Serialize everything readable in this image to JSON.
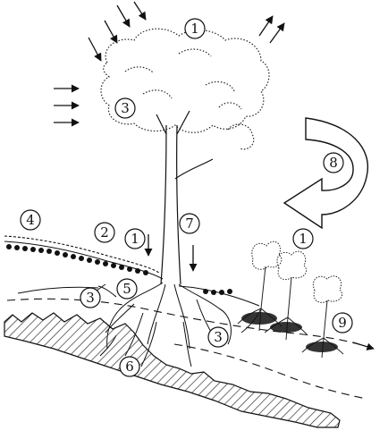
{
  "diagram": {
    "labels": {
      "l1_top": "1",
      "l1_mid": "1",
      "l1_right": "1",
      "l2": "2",
      "l3_canopy": "3",
      "l3_left": "3",
      "l3_root": "3",
      "l4": "4",
      "l5": "5",
      "l6": "6",
      "l7": "7",
      "l8": "8",
      "l9": "9"
    },
    "colors": {
      "ink": "#111111",
      "background": "#ffffff",
      "bedrock_hatch": "#333333"
    },
    "icons": [
      "incoming-radiation-arrows",
      "outgoing-radiation-arrows",
      "horizontal-wind-arrows",
      "rainfall-arrows",
      "curved-cycle-arrow",
      "stemflow-arrow",
      "hatched-bedrock"
    ]
  }
}
